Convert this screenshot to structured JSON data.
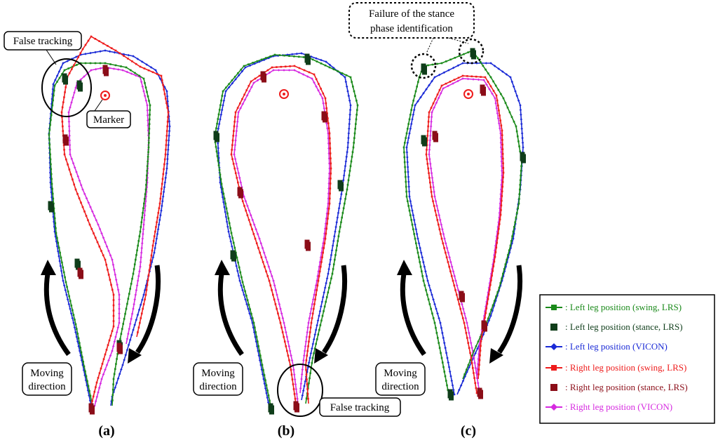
{
  "chart_data": {
    "type": "line",
    "panels": [
      {
        "label": "(a)"
      },
      {
        "label": "(b)"
      },
      {
        "label": "(c)"
      }
    ],
    "legend": [
      {
        "text": ": Left leg position (swing, LRS)",
        "color": "#1a8a1a",
        "marker": "square-line"
      },
      {
        "text": ": Left leg position (stance, LRS)",
        "color": "#0f3d1a",
        "marker": "square"
      },
      {
        "text": ": Left leg position (VICON)",
        "color": "#1a2ad6",
        "marker": "diamond-line"
      },
      {
        "text": ": Right leg position (swing, LRS)",
        "color": "#ee1c1c",
        "marker": "square-line"
      },
      {
        "text": ": Right leg position (stance, LRS)",
        "color": "#8b0d18",
        "marker": "square"
      },
      {
        "text": ": Right leg position (VICON)",
        "color": "#d62ae0",
        "marker": "diamond-line"
      }
    ],
    "annotations": {
      "false_tracking": "False tracking",
      "marker": "Marker",
      "moving_direction": [
        "Moving",
        "direction"
      ],
      "failure": [
        "Failure of the stance",
        "phase identification"
      ]
    },
    "colors": {
      "left_swing": "#1a8a1a",
      "left_stance": "#0f3d1a",
      "left_vicon": "#1a2ad6",
      "right_swing": "#ee1c1c",
      "right_stance": "#8b0d18",
      "right_vicon": "#d62ae0"
    }
  }
}
